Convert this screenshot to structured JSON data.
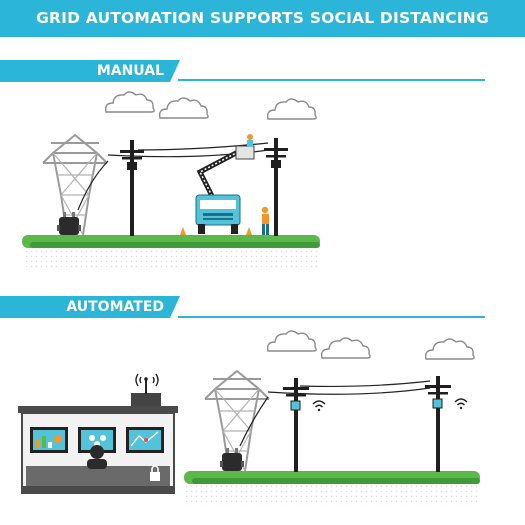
{
  "title": "GRID AUTOMATION SUPPORTS SOCIAL DISTANCING",
  "sections": [
    {
      "label": "MANUAL"
    },
    {
      "label": "AUTOMATED"
    }
  ],
  "colors": {
    "accent": "#2bb5d8",
    "grass": "#5ab948",
    "grass_dark": "#3f9b3a",
    "tower": "#9a9a9a",
    "pole": "#1f1f1f",
    "truck": "#53c3d9",
    "worker": "#f3962b"
  },
  "icons": [
    "cloud-icon",
    "transmission-tower-icon",
    "utility-pole-icon",
    "bucket-truck-icon",
    "worker-icon",
    "traffic-cone-icon",
    "wifi-signal-icon",
    "antenna-icon",
    "monitor-icon",
    "lock-icon",
    "operator-icon"
  ]
}
